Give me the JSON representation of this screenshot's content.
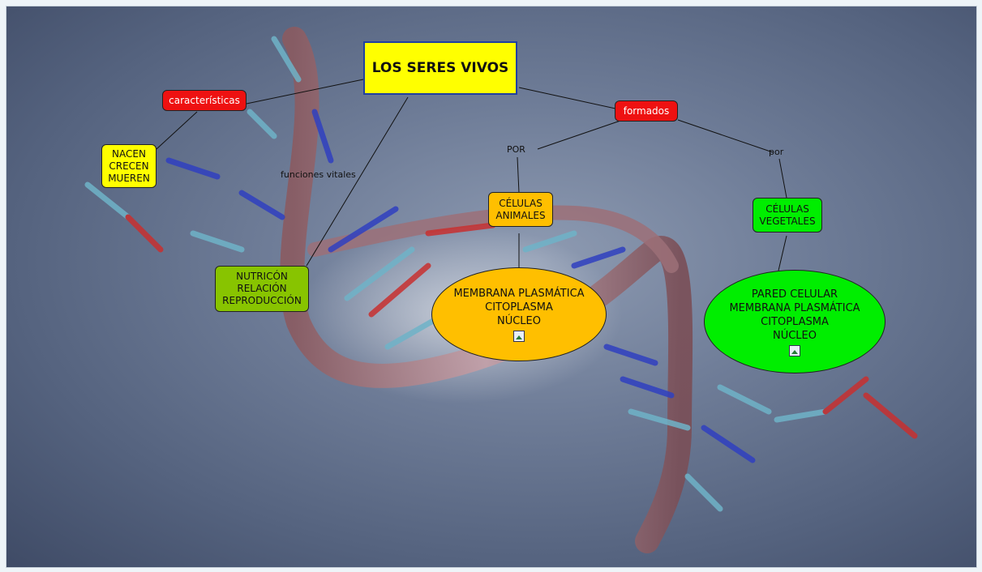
{
  "map": {
    "title": "LOS SERES VIVOS",
    "caracteristicas": "características",
    "formados": "formados",
    "funciones": "funciones vitales",
    "por_upper": "POR",
    "por_lower": "por",
    "nacen_lines": [
      "NACEN",
      "CRECEN",
      "MUEREN"
    ],
    "nutricion_lines": [
      "NUTRICÓN",
      "RELACIÓN",
      "REPRODUCCIÓN"
    ],
    "celulas_animales_lines": [
      "CÉLULAS",
      "ANIMALES"
    ],
    "celulas_vegetales_lines": [
      "CÉLULAS",
      "VEGETALES"
    ],
    "animal_parts": [
      "MEMBRANA PLASMÁTICA",
      "CITOPLASMA",
      "NÚCLEO"
    ],
    "vegetal_parts": [
      "PARED CELULAR",
      "MEMBRANA PLASMÁTICA",
      "CITOPLASMA",
      "NÚCLEO"
    ],
    "image_icon": "image-icon"
  },
  "colors": {
    "red": "#ee1111",
    "yellow": "#ffff00",
    "orange": "#ffbf00",
    "green": "#00ee00",
    "olive": "#88c400"
  }
}
